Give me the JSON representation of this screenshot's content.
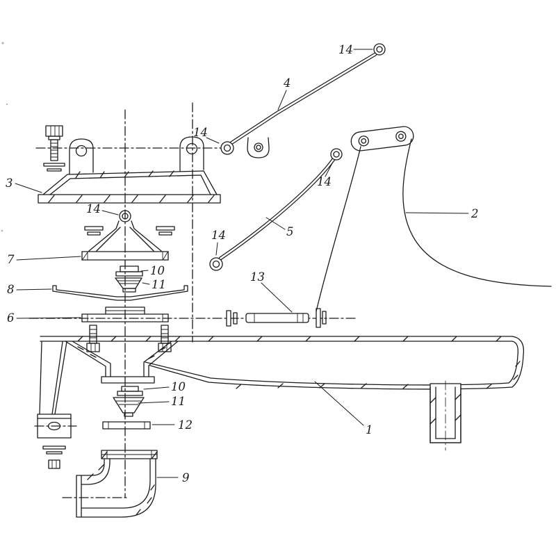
{
  "diagram": {
    "ink_color": "#1a1a1a",
    "paper_color": "#ffffff",
    "labels": [
      {
        "text": "14"
      },
      {
        "text": "4"
      },
      {
        "text": "2"
      },
      {
        "text": "14"
      },
      {
        "text": "14"
      },
      {
        "text": "5"
      },
      {
        "text": "14"
      },
      {
        "text": "3"
      },
      {
        "text": "14"
      },
      {
        "text": "7"
      },
      {
        "text": "10"
      },
      {
        "text": "11"
      },
      {
        "text": "8"
      },
      {
        "text": "6"
      },
      {
        "text": "13"
      },
      {
        "text": "1"
      },
      {
        "text": "10"
      },
      {
        "text": "11"
      },
      {
        "text": "12"
      },
      {
        "text": "9"
      }
    ]
  }
}
